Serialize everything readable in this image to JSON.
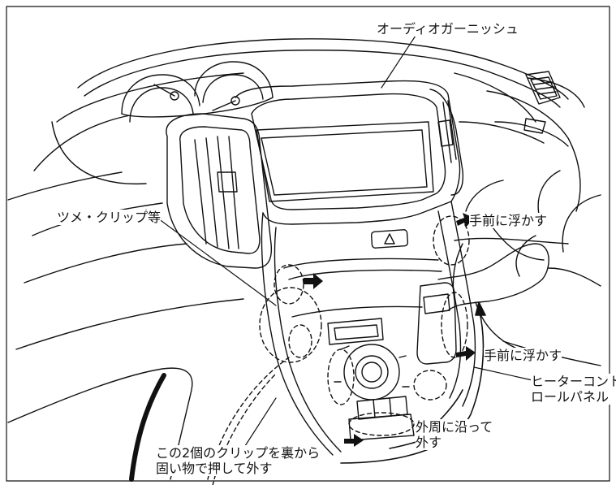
{
  "labels": {
    "audio_garnish": "オーディオガーニッシュ",
    "claw_clip": "ツメ・クリップ等",
    "lift_forward_top": "手前に浮かす",
    "lift_forward_right": "手前に浮かす",
    "heater_panel": "ヒーターコント\nロールパネル",
    "remove_along_perimeter": "外周に沿って\n外す",
    "clip_instruction": "この2個のクリップを裏から\n固い物で押して外す"
  },
  "icons": {
    "hazard": "hazard-triangle-icon",
    "push_arrow": "push-arrow-icon"
  },
  "colors": {
    "line": "#111111",
    "background": "#ffffff"
  }
}
